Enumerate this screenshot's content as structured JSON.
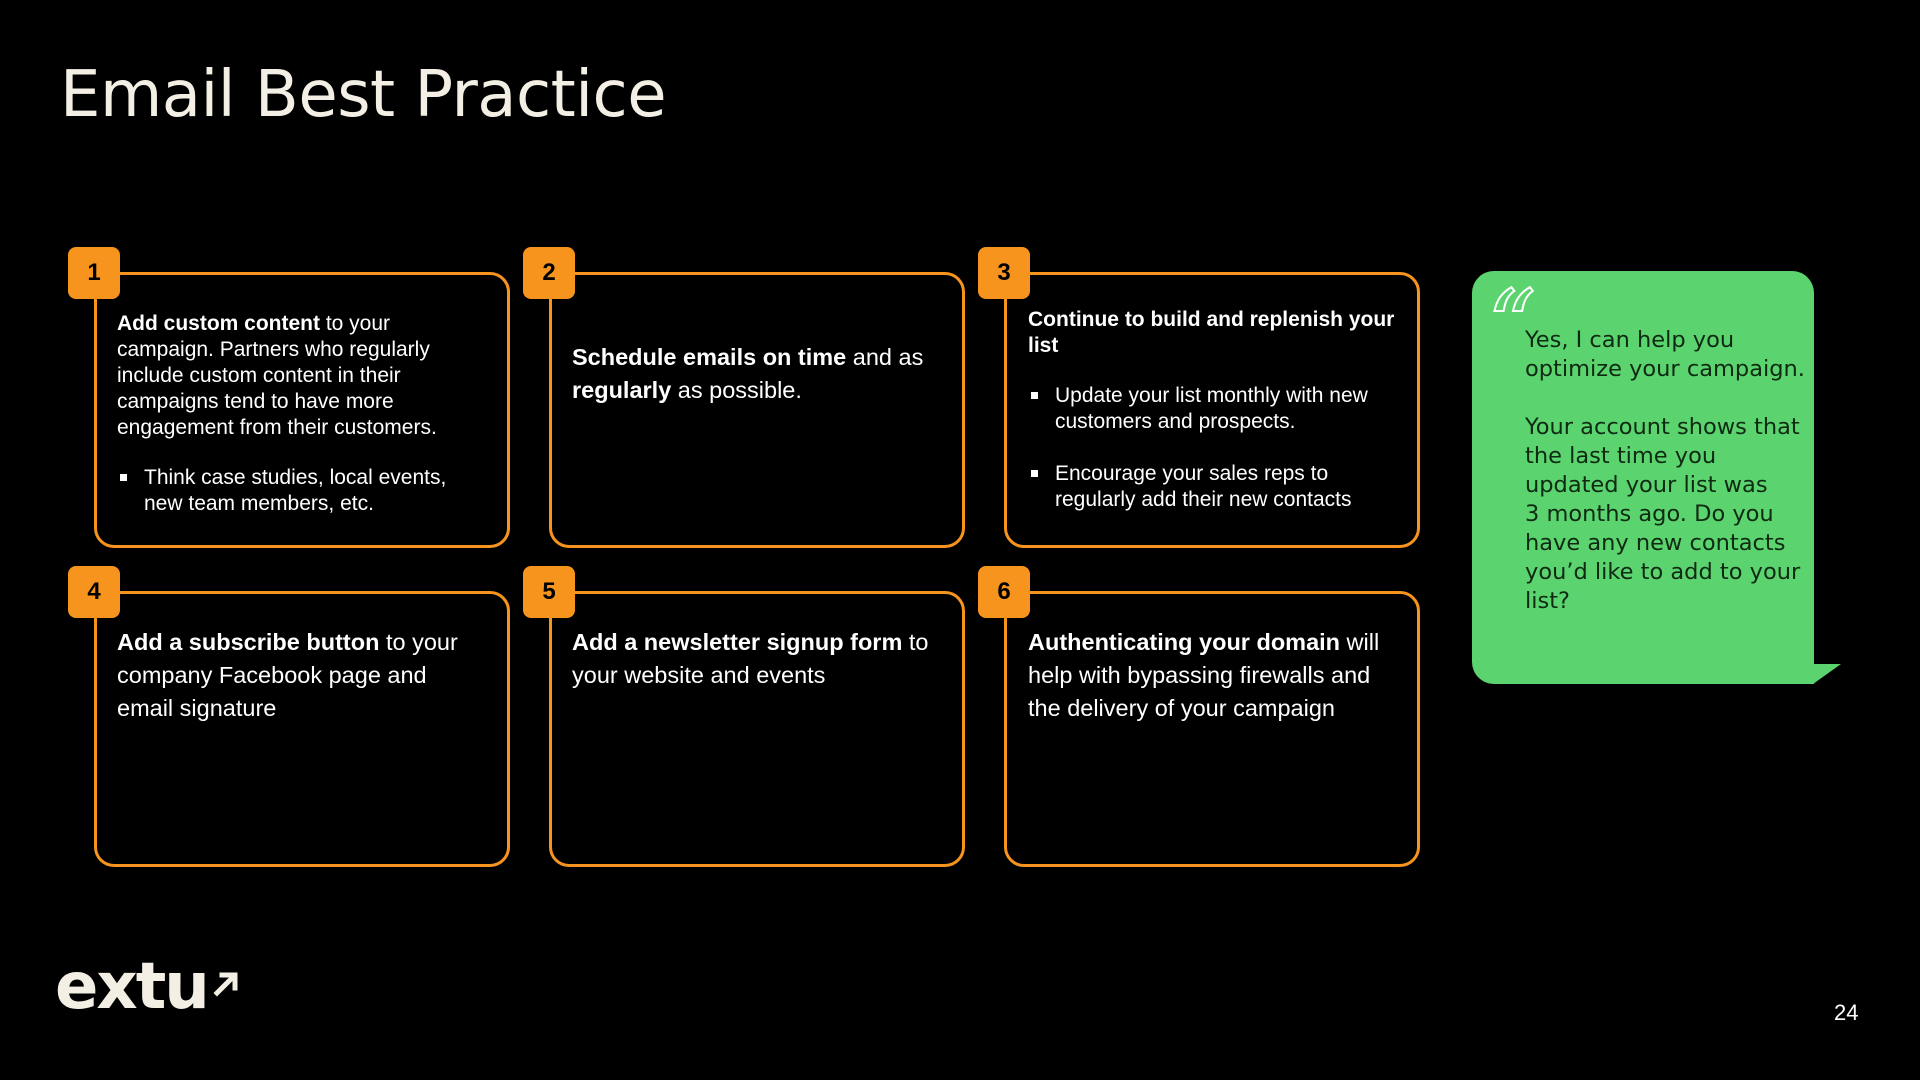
{
  "slide": {
    "title": "Email Best Practice",
    "page_number": "24"
  },
  "cards": [
    {
      "number": "1",
      "bold": "Add custom content",
      "text": " to your campaign. Partners who regularly include custom content in their campaigns tend to have more engagement from their customers.",
      "bullets": [
        "Think case studies, local events, new team members, etc."
      ]
    },
    {
      "number": "2",
      "bold": "Schedule emails on time",
      "text": " and as ",
      "bold2": "regularly",
      "text2": " as possible."
    },
    {
      "number": "3",
      "heading": "Continue to build and replenish your list",
      "bullets": [
        "Update your list monthly with new customers and prospects.",
        "Encourage your sales reps to regularly add their new contacts"
      ]
    },
    {
      "number": "4",
      "bold": "Add a subscribe button",
      "text": " to your company Facebook page and email signature"
    },
    {
      "number": "5",
      "bold": "Add a newsletter signup form",
      "text": " to your website and events"
    },
    {
      "number": "6",
      "bold": "Authenticating your domain",
      "text": " will help with bypassing firewalls and the delivery of your campaign"
    }
  ],
  "bubble": {
    "quote_mark": "“",
    "paragraph1": "Yes, I can help you optimize your campaign.",
    "paragraph2": "Your account shows that the last time you updated your list was\n3 months ago. Do you have any new contacts you’d like to add to your list?"
  },
  "logo": {
    "text": "extu",
    "icon": "arrow-up-right-icon"
  },
  "colors": {
    "background": "#000000",
    "accent": "#f7941d",
    "bubble": "#5bd36e",
    "title": "#f3efe4"
  }
}
